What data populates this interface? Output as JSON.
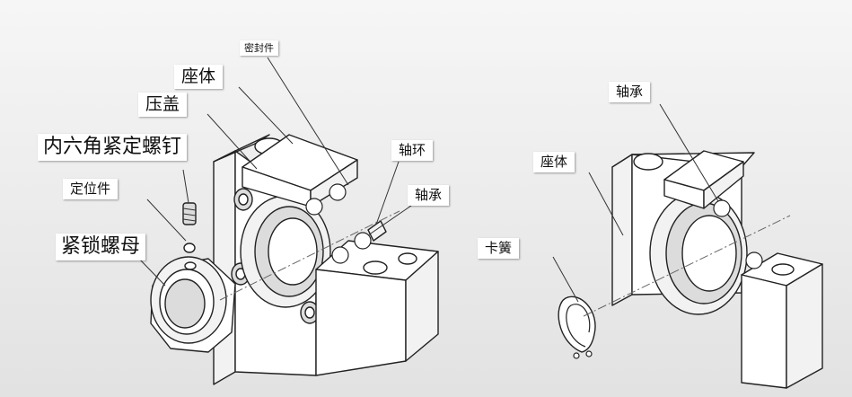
{
  "labels": {
    "seal": "密封件",
    "housing_left": "座体",
    "pressure_cover": "压盖",
    "hex_set_screw": "内六角紧定螺钉",
    "locating_part": "定位件",
    "lock_nut": "紧锁螺母",
    "shaft_ring": "轴环",
    "bearing_left": "轴承",
    "bearing_right": "轴承",
    "housing_right": "座体",
    "circlip": "卡簧"
  }
}
